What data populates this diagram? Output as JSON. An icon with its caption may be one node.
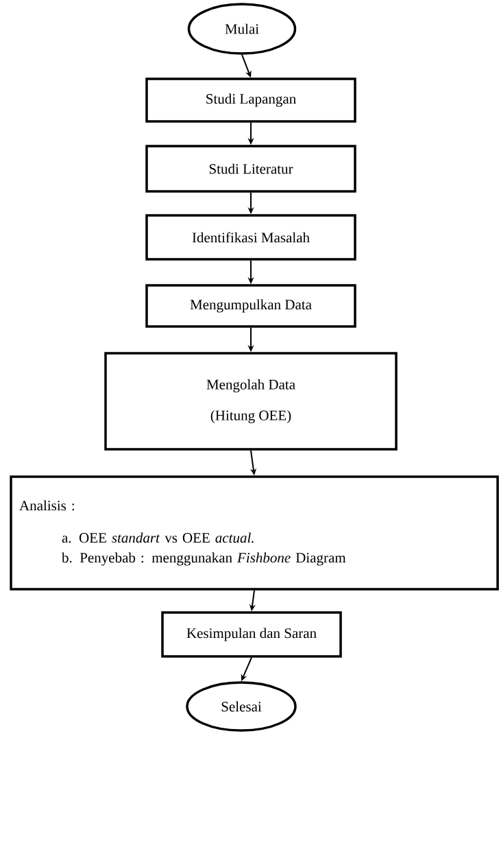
{
  "diagram": {
    "nodes": [
      {
        "text": [
          "Mulai"
        ]
      },
      {
        "text": [
          "Studi Lapangan"
        ]
      },
      {
        "text": [
          "Studi Literatur"
        ]
      },
      {
        "text": [
          "Identifikasi Masalah"
        ]
      },
      {
        "text": [
          "Mengumpulkan Data"
        ]
      },
      {
        "text": [
          "Mengolah Data",
          "(Hitung OEE)"
        ]
      },
      {
        "text": [
          "Analisis :",
          "a. OEE *standart* vs OEE *actual.*",
          "b. Penyebab : menggunakan *Fishbone* Diagram"
        ]
      },
      {
        "text": [
          "Kesimpulan dan Saran"
        ]
      },
      {
        "text": [
          "Selesai"
        ]
      }
    ],
    "edges": [
      {
        "from": 0,
        "to": 1,
        "arrow": "to"
      },
      {
        "from": 1,
        "to": 2,
        "arrow": "to"
      },
      {
        "from": 2,
        "to": 3,
        "arrow": "to"
      },
      {
        "from": 3,
        "to": 4,
        "arrow": "to"
      },
      {
        "from": 4,
        "to": 5,
        "arrow": "to"
      },
      {
        "from": 5,
        "to": 6,
        "arrow": "to"
      },
      {
        "from": 6,
        "to": 7,
        "arrow": "to"
      },
      {
        "from": 7,
        "to": 8,
        "arrow": "to"
      }
    ]
  }
}
